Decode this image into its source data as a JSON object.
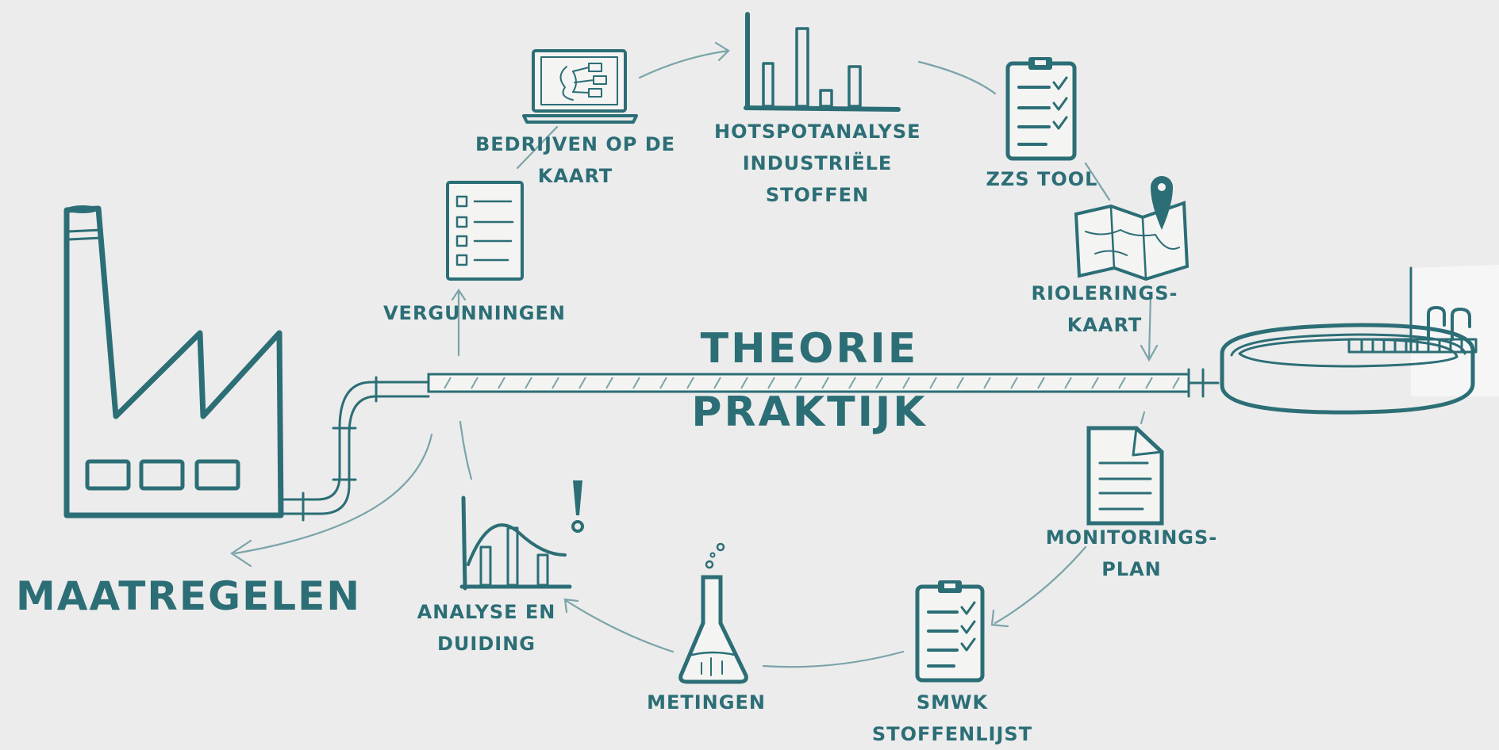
{
  "colors": {
    "ink": "#2c6e76",
    "arrow": "#7aa4a8",
    "background": "#ececec"
  },
  "center": {
    "top_label": "THEORIE",
    "bottom_label": "PRAKTIJK"
  },
  "outcome_label": "MAATREGELEN",
  "steps": [
    {
      "id": "vergunningen",
      "icon": "permit-list-icon",
      "label": "VERGUNNINGEN"
    },
    {
      "id": "bedrijven",
      "icon": "laptop-map-icon",
      "label": "BEDRIJVEN OP DE\nKAART"
    },
    {
      "id": "hotspot",
      "icon": "bar-chart-icon",
      "label": "HOTSPOTANALYSE\nINDUSTRIËLE\nSTOFFEN"
    },
    {
      "id": "zzs",
      "icon": "checklist-clipboard-icon",
      "label": "ZZS TOOL"
    },
    {
      "id": "riolering",
      "icon": "map-pin-icon",
      "label": "RIOLERINGS-\nKAART"
    },
    {
      "id": "monitoring",
      "icon": "document-icon",
      "label": "MONITORINGS-\nPLAN"
    },
    {
      "id": "smwk",
      "icon": "checklist-clipboard-icon",
      "label": "SMWK\nSTOFFENLIJST"
    },
    {
      "id": "metingen",
      "icon": "lab-flask-icon",
      "label": "METINGEN"
    },
    {
      "id": "analyse",
      "icon": "chart-exclamation-icon",
      "label": "ANALYSE EN\nDUIDING"
    }
  ],
  "illustrations": [
    "factory-icon",
    "sewer-pipe-icon",
    "treatment-plant-icon"
  ]
}
